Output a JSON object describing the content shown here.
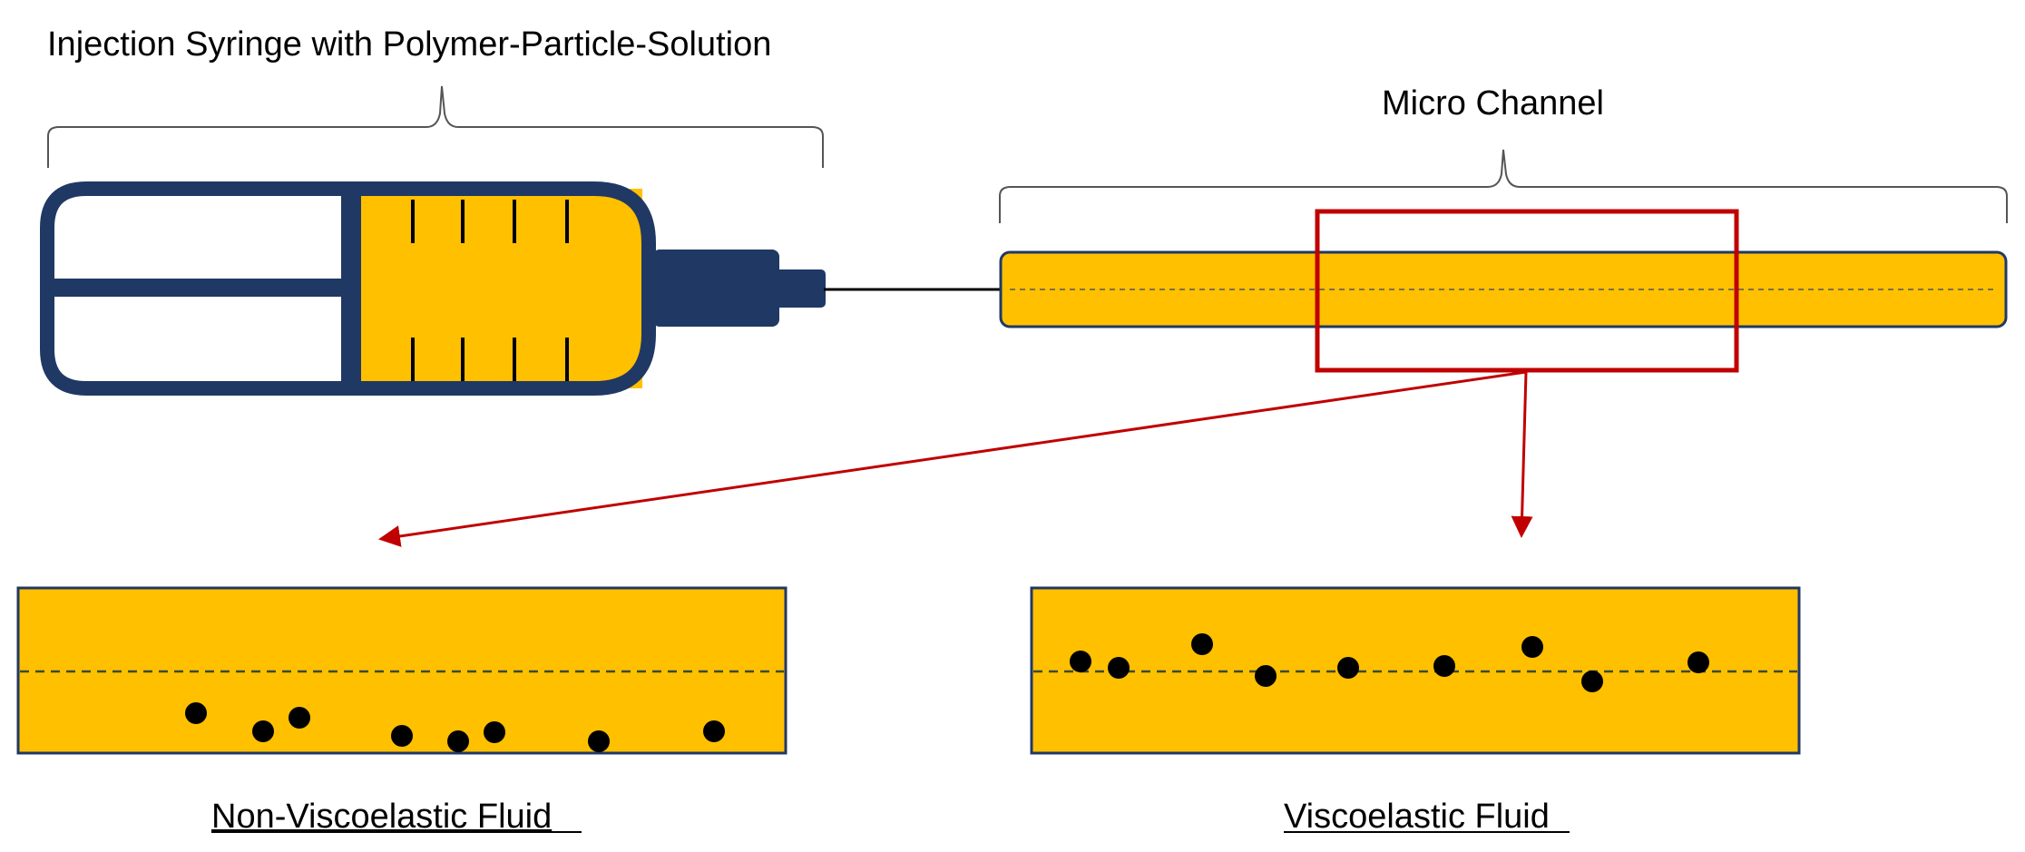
{
  "labels": {
    "syringe": "Injection Syringe with Polymer-Particle-Solution",
    "channel": "Micro Channel",
    "non_viscoelastic": "Non-Viscoelastic Fluid",
    "viscoelastic": "Viscoelastic Fluid"
  },
  "colors": {
    "fluid": "#FFC000",
    "outline": "#203864",
    "highlight": "#C00000",
    "particle": "#000000",
    "centerline": "#3A4A3A"
  },
  "particles": {
    "non_viscoelastic_count": 8,
    "viscoelastic_count": 9
  }
}
